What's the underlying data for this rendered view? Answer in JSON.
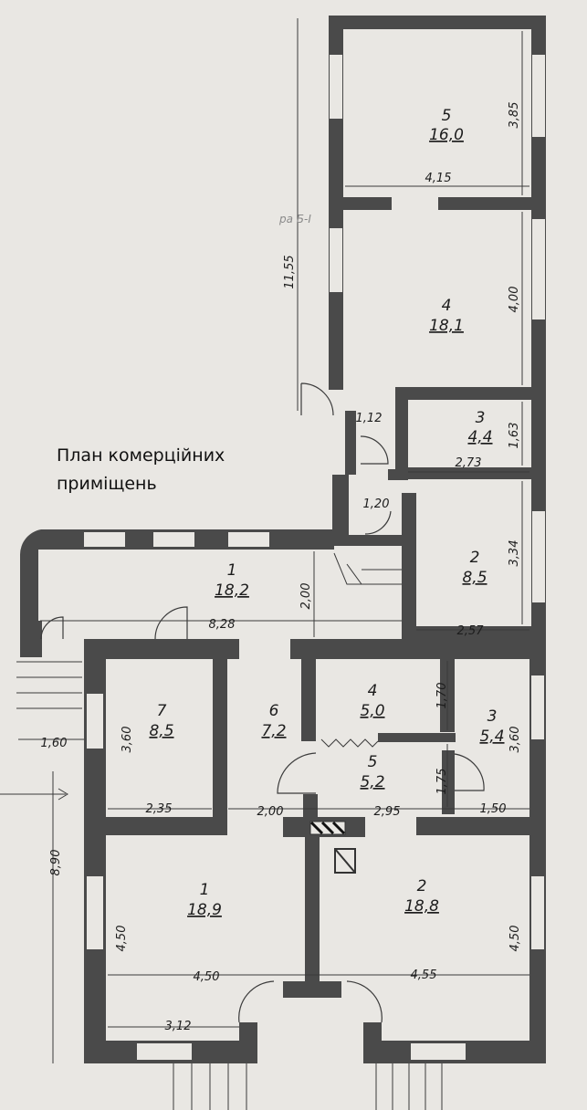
{
  "title": {
    "line1": "План комерційних",
    "line2": "приміщень"
  },
  "annotation": "ра Б-І",
  "rooms": [
    {
      "id": "upper-5",
      "number": "5",
      "area": "16,0"
    },
    {
      "id": "upper-4",
      "number": "4",
      "area": "18,1"
    },
    {
      "id": "upper-3",
      "number": "3",
      "area": "4,4"
    },
    {
      "id": "upper-2",
      "number": "2",
      "area": "8,5"
    },
    {
      "id": "upper-1",
      "number": "1",
      "area": "18,2"
    },
    {
      "id": "lower-7",
      "number": "7",
      "area": "8,5"
    },
    {
      "id": "lower-6",
      "number": "6",
      "area": "7,2"
    },
    {
      "id": "lower-4",
      "number": "4",
      "area": "5,0"
    },
    {
      "id": "lower-5",
      "number": "5",
      "area": "5,2"
    },
    {
      "id": "lower-3",
      "number": "3",
      "area": "5,4"
    },
    {
      "id": "lower-1",
      "number": "1",
      "area": "18,9"
    },
    {
      "id": "lower-2",
      "number": "2",
      "area": "18,8"
    }
  ],
  "dimensions": {
    "d_3_85": "3,85",
    "d_4_15": "4,15",
    "d_11_55": "11,55",
    "d_4_00": "4,00",
    "d_1_12": "1,12",
    "d_1_63": "1,63",
    "d_2_73": "2,73",
    "d_1_20": "1,20",
    "d_3_34": "3,34",
    "d_2_00_top": "2,00",
    "d_8_28": "8,28",
    "d_2_57": "2,57",
    "d_1_70": "1,70",
    "d_3_60_left": "3,60",
    "d_3_60_right": "3,60",
    "d_1_60": "1,60",
    "d_1_75": "1,75",
    "d_2_35": "2,35",
    "d_2_00_mid": "2,00",
    "d_2_95": "2,95",
    "d_1_50": "1,50",
    "d_8_90": "8,90",
    "d_4_50_left": "4,50",
    "d_4_50_right": "4,50",
    "d_4_50_bottom": "4,50",
    "d_4_55": "4,55",
    "d_3_12": "3,12"
  }
}
